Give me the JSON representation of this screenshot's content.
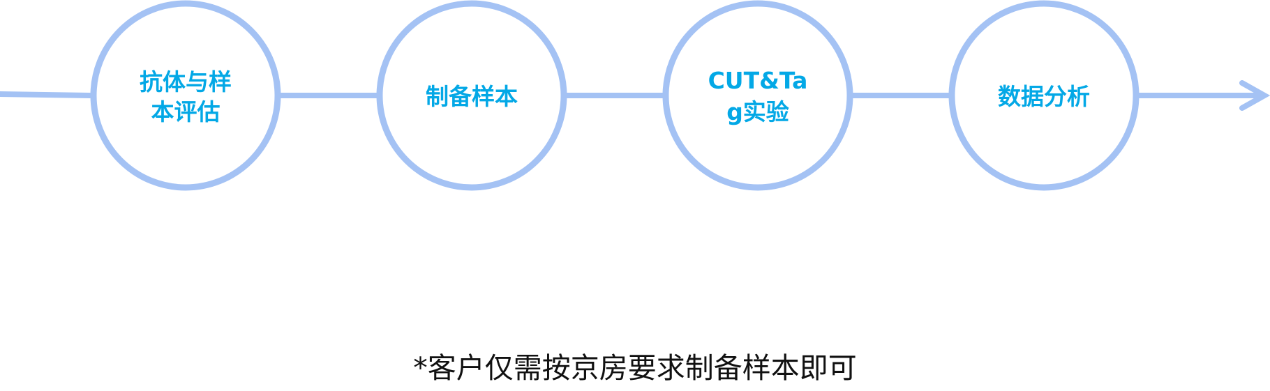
{
  "steps": [
    {
      "lines": [
        "抗体与样",
        "本评估"
      ]
    },
    {
      "lines": [
        "制备样本"
      ]
    },
    {
      "lines": [
        "CUT&Ta",
        "g实验"
      ]
    },
    {
      "lines": [
        "数据分析"
      ]
    }
  ],
  "footnote": "*客户仅需按京房要求制备样本即可",
  "colors": {
    "circle_stroke": "#a4c2f4",
    "line_stroke": "#a4c2f4",
    "step_text": "#03a8e6",
    "footnote_text": "#111111"
  }
}
